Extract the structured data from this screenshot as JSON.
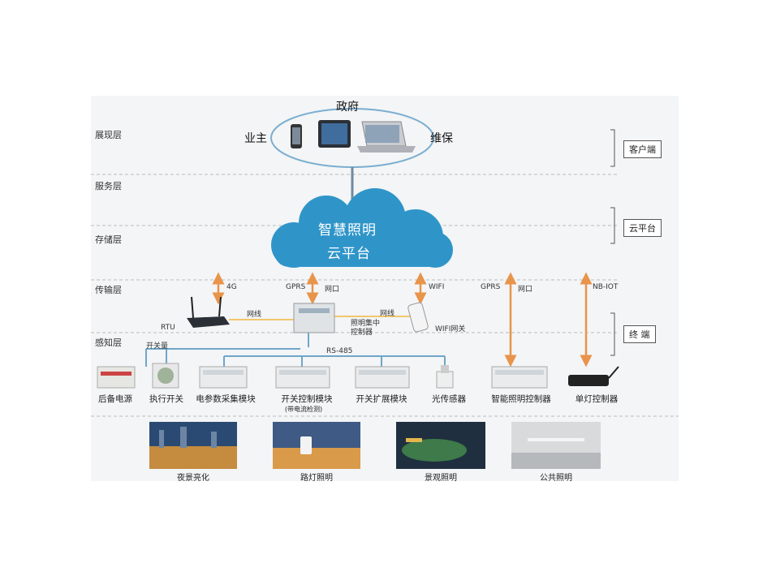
{
  "layers": {
    "l1": "展现层",
    "l2": "服务层",
    "l3": "存储层",
    "l4": "传输层",
    "l5": "感知层"
  },
  "right_labels": {
    "client": "客户端",
    "cloud": "云平台",
    "terminal": "终  端"
  },
  "top": {
    "gov": "政府",
    "owner": "业主",
    "maint": "维保"
  },
  "cloud": {
    "line1": "智慧照明",
    "line2": "云平台"
  },
  "links": {
    "g4": "4G",
    "gprs1": "GPRS",
    "port1": "网口",
    "wifi": "WIFI",
    "gprs2": "GPRS",
    "port2": "网口",
    "nbiot": "NB-IOT",
    "cable1": "网线",
    "cable2": "网线",
    "rs485": "RS-485",
    "switch_qty": "开关量"
  },
  "devices": {
    "rtu": "RTU",
    "concentrator": "照明集中\n控制器",
    "wifi_gw": "WIFI网关",
    "backup": "后备电源",
    "actuator": "执行开关",
    "meter": "电参数采集模块",
    "switch_mod": "开关控制模块",
    "switch_mod_note": "(带电流检测)",
    "switch_ext": "开关扩展模块",
    "light_sensor": "光传感器",
    "smart_ctrl": "智能照明控制器",
    "single_ctrl": "单灯控制器"
  },
  "scenes": {
    "s1": "夜景亮化",
    "s2": "路灯照明",
    "s3": "景观照明",
    "s4": "公共照明"
  },
  "colors": {
    "cloud": "#2f95c9",
    "arrow": "#e8944a",
    "line": "#6fa6c9",
    "cable": "#f2c66d"
  }
}
